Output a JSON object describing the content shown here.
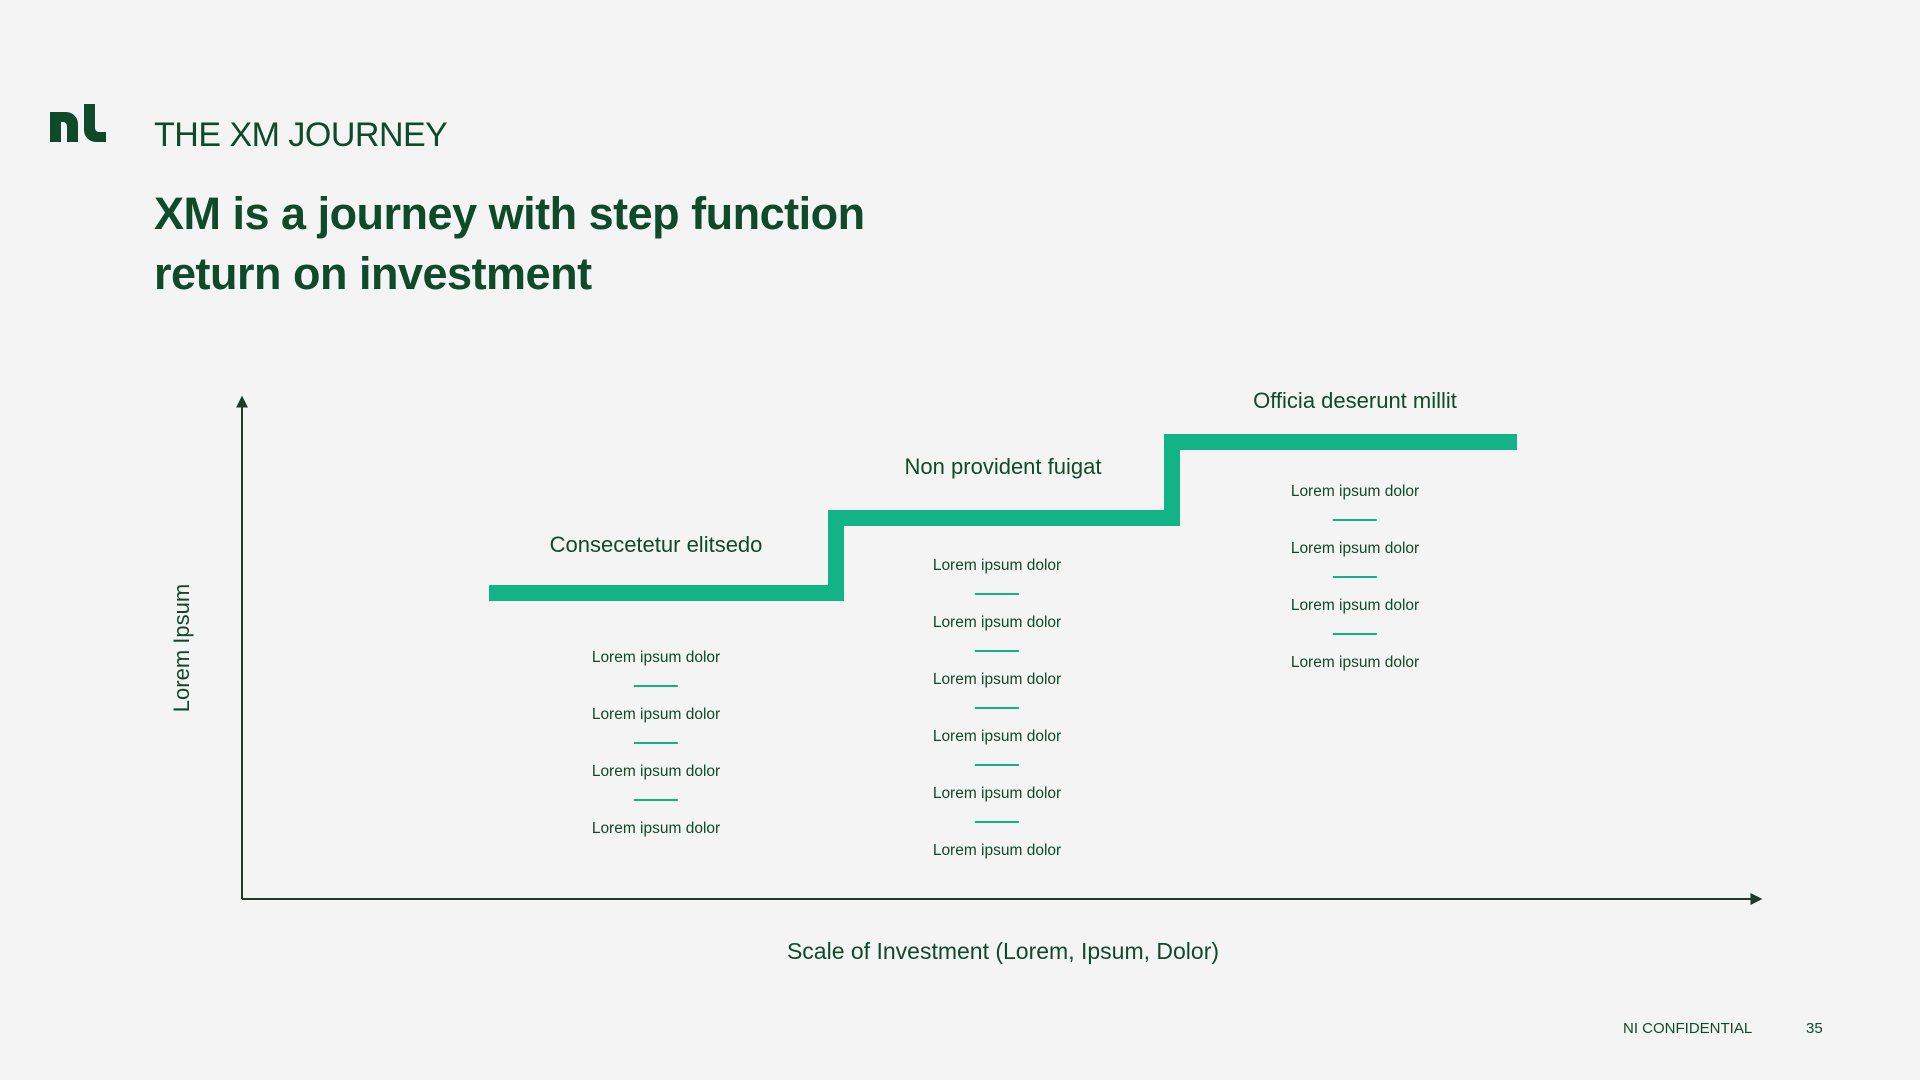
{
  "header": {
    "eyebrow": "THE XM JOURNEY",
    "headline": "XM is a journey with step function return on investment"
  },
  "diagram": {
    "y_axis_label": "Lorem Ipsum",
    "x_axis_label": "Scale of Investment (Lorem, Ipsum, Dolor)",
    "step_color": "#12b384",
    "steps": [
      {
        "title": "Consecetetur elitsedo",
        "items": [
          "Lorem ipsum dolor",
          "Lorem ipsum dolor",
          "Lorem ipsum dolor",
          "Lorem ipsum dolor"
        ]
      },
      {
        "title": "Non provident fuigat",
        "items": [
          "Lorem ipsum dolor",
          "Lorem ipsum dolor",
          "Lorem ipsum dolor",
          "Lorem ipsum dolor",
          "Lorem ipsum dolor",
          "Lorem ipsum dolor"
        ]
      },
      {
        "title": "Officia deserunt millit",
        "items": [
          "Lorem ipsum dolor",
          "Lorem ipsum dolor",
          "Lorem ipsum dolor",
          "Lorem ipsum dolor"
        ]
      }
    ]
  },
  "footer": {
    "confidential": "NI CONFIDENTIAL",
    "page_number": "35"
  }
}
